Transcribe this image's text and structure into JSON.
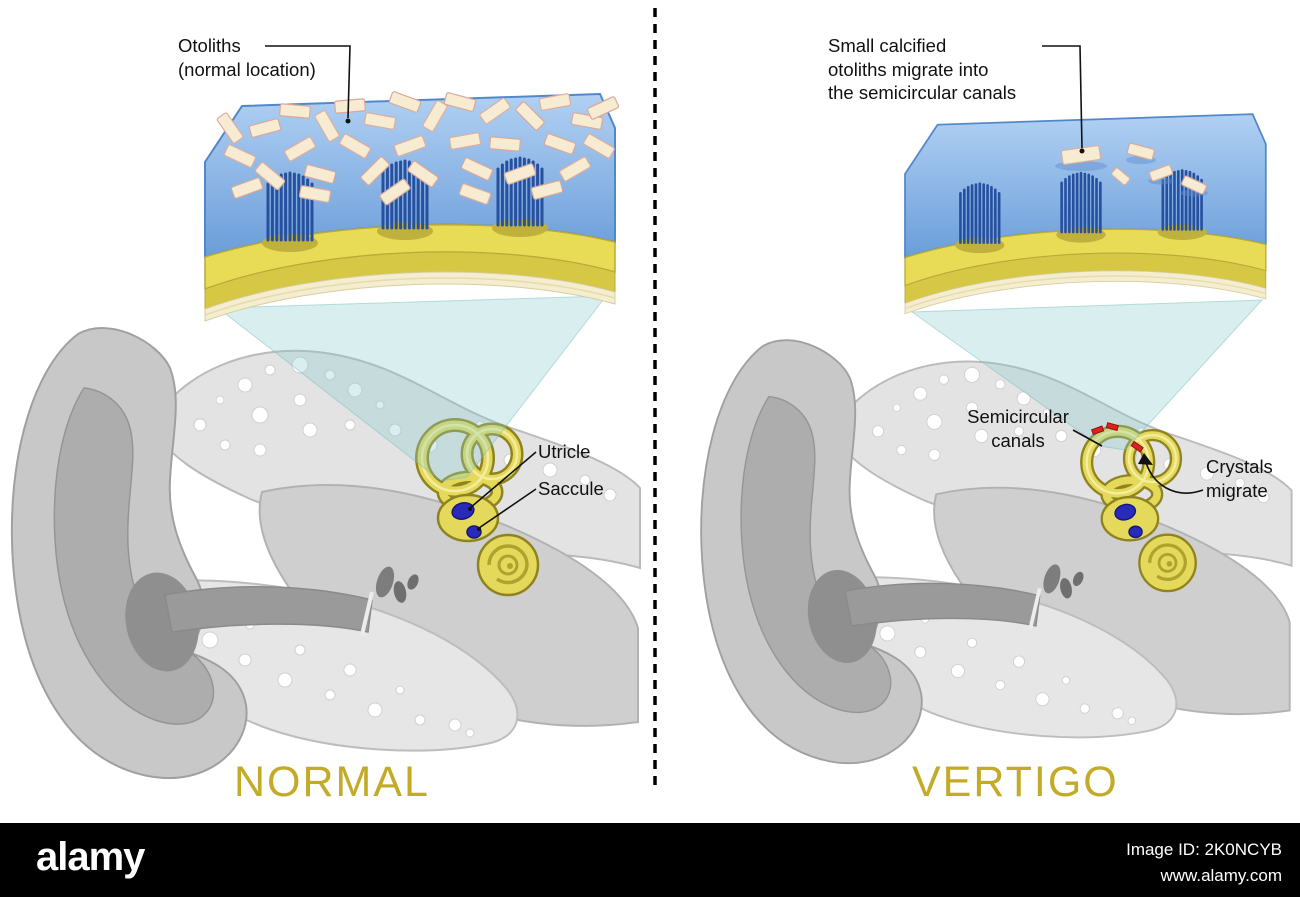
{
  "left": {
    "caption": "NORMAL",
    "otoliths_label": "Otoliths\n(normal location)",
    "utricle_label": "Utricle",
    "saccule_label": "Saccule"
  },
  "right": {
    "caption": "VERTIGO",
    "migrate_label": "Small calcified\notoliths migrate into\nthe semicircular canals",
    "semicircular_label": "Semicircular\ncanals",
    "crystals_label": "Crystals\nmigrate"
  },
  "footer": {
    "brand": "alamy",
    "image_id": "Image ID: 2K0NCYB",
    "url": "www.alamy.com"
  },
  "colors": {
    "caption_yellow": "#c3ab28",
    "gel_blue": "#5b93d6",
    "tissue_yellow": "#e8db55",
    "otolith_cream": "#f7ecd2",
    "inner_ear_yellow": "#e5d95c",
    "utricle_saccule_blue": "#2a2ab8",
    "migrated_crystal_red": "#d8231f",
    "footer_bg": "#000000"
  }
}
